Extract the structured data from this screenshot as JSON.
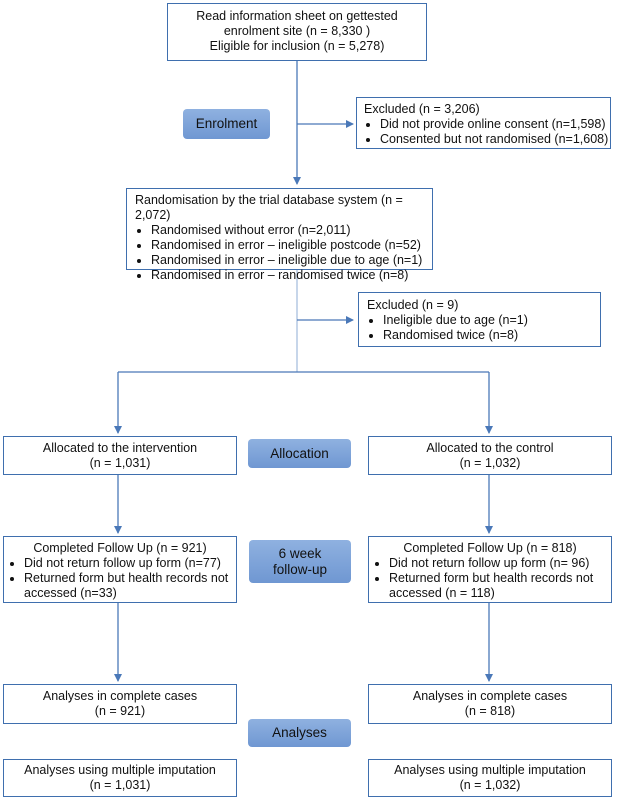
{
  "colors": {
    "border": "#3f6fae",
    "arrow": "#4a78b8",
    "stage_fill": "#7fa3d8"
  },
  "boxes": {
    "read": {
      "line1": "Read information sheet on gettested",
      "line2": "enrolment site (n = 8,330 )",
      "line3": "Eligible for inclusion (n = 5,278)"
    },
    "excluded1": {
      "title": "Excluded (n = 3,206)",
      "items": [
        "Did not provide online consent (n=1,598)",
        "Consented but not randomised (n=1,608)"
      ]
    },
    "randomisation": {
      "title": "Randomisation by the trial database system (n = 2,072)",
      "items": [
        "Randomised without error (n=2,011)",
        "Randomised in error – ineligible postcode (n=52)",
        "Randomised in error – ineligible due to age (n=1)",
        "Randomised in error – randomised twice (n=8)"
      ]
    },
    "excluded2": {
      "title": "Excluded (n = 9)",
      "items": [
        "Ineligible due to age (n=1)",
        "Randomised twice (n=8)"
      ]
    },
    "alloc_int": {
      "line1": "Allocated to the intervention",
      "line2": "(n = 1,031)"
    },
    "alloc_ctrl": {
      "line1": "Allocated to the control",
      "line2": "(n = 1,032)"
    },
    "fu_int": {
      "title": "Completed Follow Up (n = 921)",
      "items": [
        "Did not return follow up form (n=77)",
        "Returned form but health records not accessed (n=33)"
      ]
    },
    "fu_ctrl": {
      "title": "Completed Follow Up (n = 818)",
      "items": [
        "Did not return follow up form (n= 96)",
        "Returned form but health records not accessed  (n = 118)"
      ]
    },
    "cc_int": {
      "line1": "Analyses in complete cases",
      "line2": "(n = 921)"
    },
    "cc_ctrl": {
      "line1": "Analyses in complete cases",
      "line2": "(n = 818)"
    },
    "mi_int": {
      "line1": "Analyses using multiple imputation",
      "line2": "(n = 1,031)"
    },
    "mi_ctrl": {
      "line1": "Analyses using multiple imputation",
      "line2": "(n = 1,032)"
    }
  },
  "stages": {
    "enrolment": "Enrolment",
    "allocation": "Allocation",
    "followup_line1": "6 week",
    "followup_line2": "follow-up",
    "analyses": "Analyses"
  }
}
